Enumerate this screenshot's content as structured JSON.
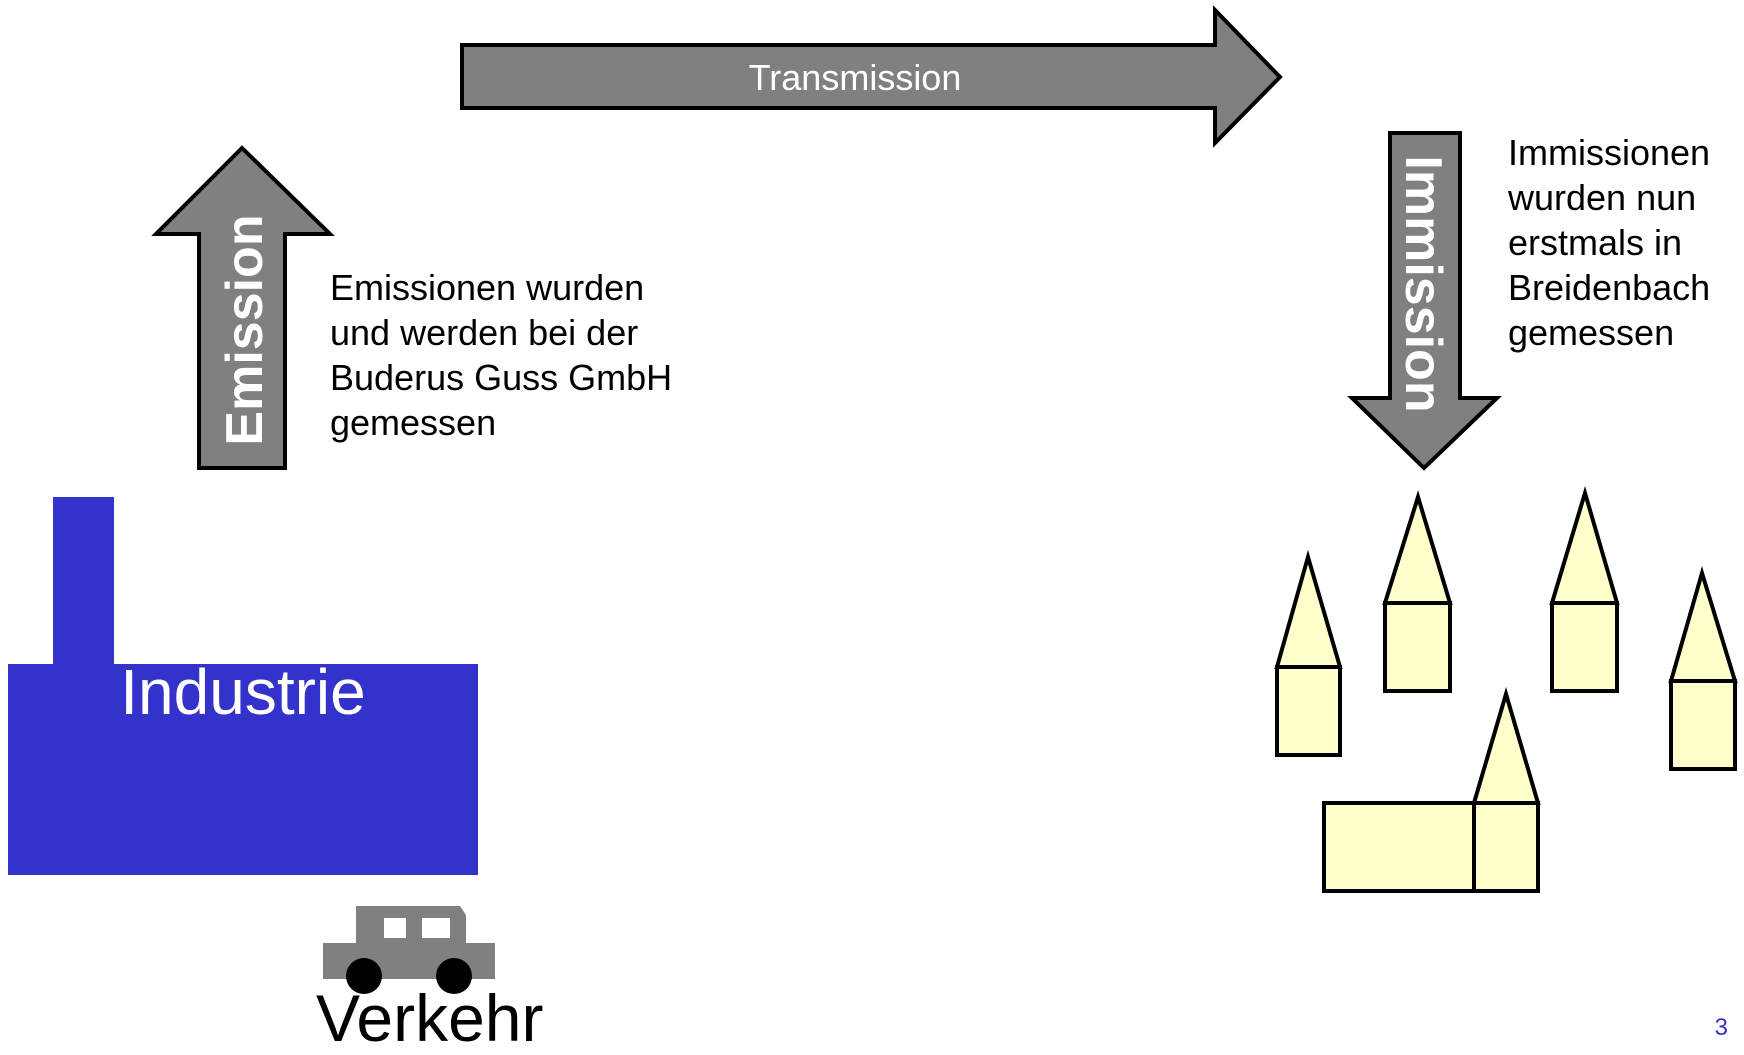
{
  "colors": {
    "arrow_fill": "#808080",
    "industry_fill": "#3333cc",
    "building_fill": "#ffffcc",
    "car_fill": "#808080",
    "page_number_color": "#3333cc"
  },
  "arrows": {
    "transmission": "Transmission",
    "emission": "Emission",
    "immission": "Immission"
  },
  "emission_text": "Emissionen wurden\nund werden bei der\nBuderus Guss GmbH\ngemessen",
  "immission_text": "Immissionen\nwurden nun\nerstmals in\nBreidenbach\ngemessen",
  "industry_label": "Industrie",
  "traffic_label": "Verkehr",
  "page_number": "3"
}
